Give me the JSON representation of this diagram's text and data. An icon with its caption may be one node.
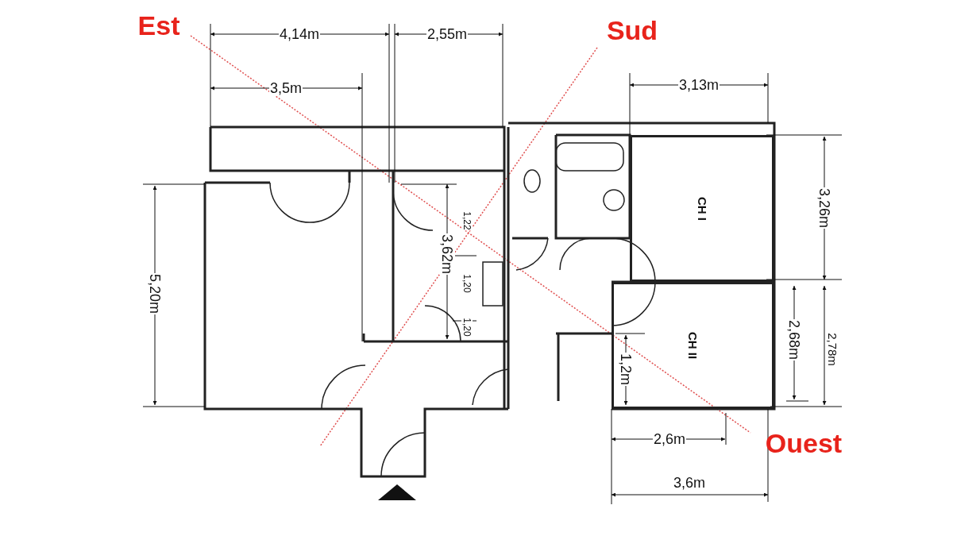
{
  "diagram": {
    "nodes": [
      {
        "text": [
          "CH I"
        ]
      },
      {
        "text": [
          "CH II"
        ]
      }
    ],
    "labels": [
      "Est",
      "4,14m",
      "2,55m",
      "Sud",
      "3,5m",
      "3,13m",
      "3,26m",
      "1,22",
      "3,62m",
      "5,20m",
      "1,20",
      "1,20",
      "2,68m",
      "2,78m",
      "1,2m",
      "Ouest",
      "2,6m",
      "3,6m"
    ]
  }
}
